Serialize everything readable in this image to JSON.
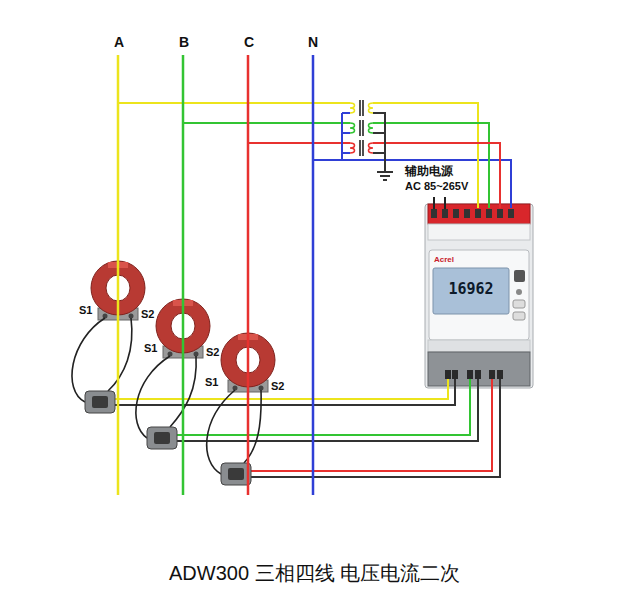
{
  "diagram": {
    "caption": "ADW300 三相四线 电压电流二次",
    "nodes": [
      {
        "text": [
          "Acrel",
          "16962"
        ]
      }
    ],
    "labels": [
      "A",
      "B",
      "C",
      "N",
      "辅助电源",
      "AC 85~265V",
      "S1",
      "S2",
      "S1",
      "S2",
      "S1",
      "S2"
    ]
  }
}
